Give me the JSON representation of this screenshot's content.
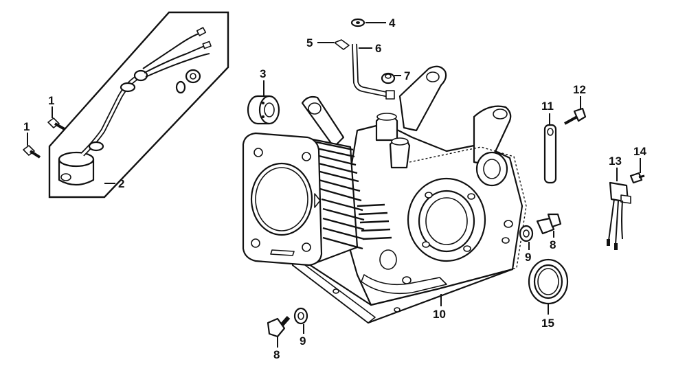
{
  "callouts": [
    {
      "id": "c1a",
      "label": "1"
    },
    {
      "id": "c1b",
      "label": "1"
    },
    {
      "id": "c2",
      "label": "2"
    },
    {
      "id": "c3",
      "label": "3"
    },
    {
      "id": "c4",
      "label": "4"
    },
    {
      "id": "c5",
      "label": "5"
    },
    {
      "id": "c6",
      "label": "6"
    },
    {
      "id": "c7",
      "label": "7"
    },
    {
      "id": "c8a",
      "label": "8"
    },
    {
      "id": "c8b",
      "label": "8"
    },
    {
      "id": "c9a",
      "label": "9"
    },
    {
      "id": "c9b",
      "label": "9"
    },
    {
      "id": "c10",
      "label": "10"
    },
    {
      "id": "c11",
      "label": "11"
    },
    {
      "id": "c12",
      "label": "12"
    },
    {
      "id": "c13",
      "label": "13"
    },
    {
      "id": "c14",
      "label": "14"
    },
    {
      "id": "c15",
      "label": "15"
    }
  ]
}
